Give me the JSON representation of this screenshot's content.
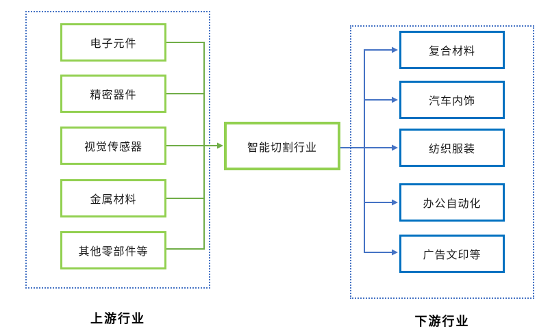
{
  "diagram": {
    "upstream": {
      "label": "上游行业",
      "boxes": [
        "电子元件",
        "精密器件",
        "视觉传感器",
        "金属材料",
        "其他零部件等"
      ]
    },
    "center": {
      "label": "智能切割行业"
    },
    "downstream": {
      "label": "下游行业",
      "boxes": [
        "复合材料",
        "汽车内饰",
        "纺织服装",
        "办公自动化",
        "广告文印等"
      ]
    }
  },
  "colors": {
    "container_border": "#4472C4",
    "green_box_border": "#92D050",
    "green_line": "#70AD47",
    "blue_box_border": "#0070C0",
    "blue_line": "#4472C4",
    "text": "#1a1a1a",
    "background": "#ffffff"
  }
}
